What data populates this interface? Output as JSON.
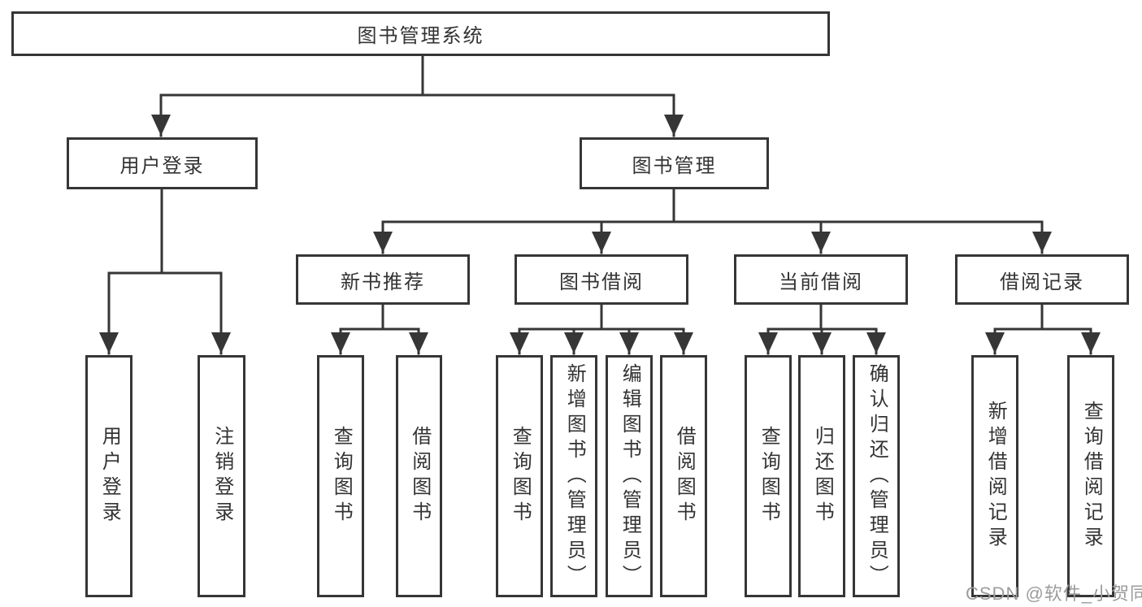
{
  "colors": {
    "line": "#363636",
    "box_border": "#363636",
    "text": "#333333",
    "watermark": "#9c9c9c",
    "background": "#ffffff"
  },
  "watermark": {
    "text": "CSDN @软件_小贺同学"
  },
  "diagram": {
    "root": {
      "label": "图书管理系统"
    },
    "user_login": {
      "label": "用户登录",
      "children": [
        {
          "label": "用户登录"
        },
        {
          "label": "注销登录"
        }
      ]
    },
    "book_mgmt": {
      "label": "图书管理",
      "groups": [
        {
          "label": "新书推荐",
          "children": [
            {
              "label": "查询图书"
            },
            {
              "label": "借阅图书"
            }
          ]
        },
        {
          "label": "图书借阅",
          "children": [
            {
              "label": "查询图书"
            },
            {
              "label": "新增图书（管理员）"
            },
            {
              "label": "编辑图书（管理员）"
            },
            {
              "label": "借阅图书"
            }
          ]
        },
        {
          "label": "当前借阅",
          "children": [
            {
              "label": "查询图书"
            },
            {
              "label": "归还图书"
            },
            {
              "label": "确认归还（管理员）"
            }
          ]
        },
        {
          "label": "借阅记录",
          "children": [
            {
              "label": "新增借阅记录"
            },
            {
              "label": "查询借阅记录"
            }
          ]
        }
      ]
    }
  }
}
